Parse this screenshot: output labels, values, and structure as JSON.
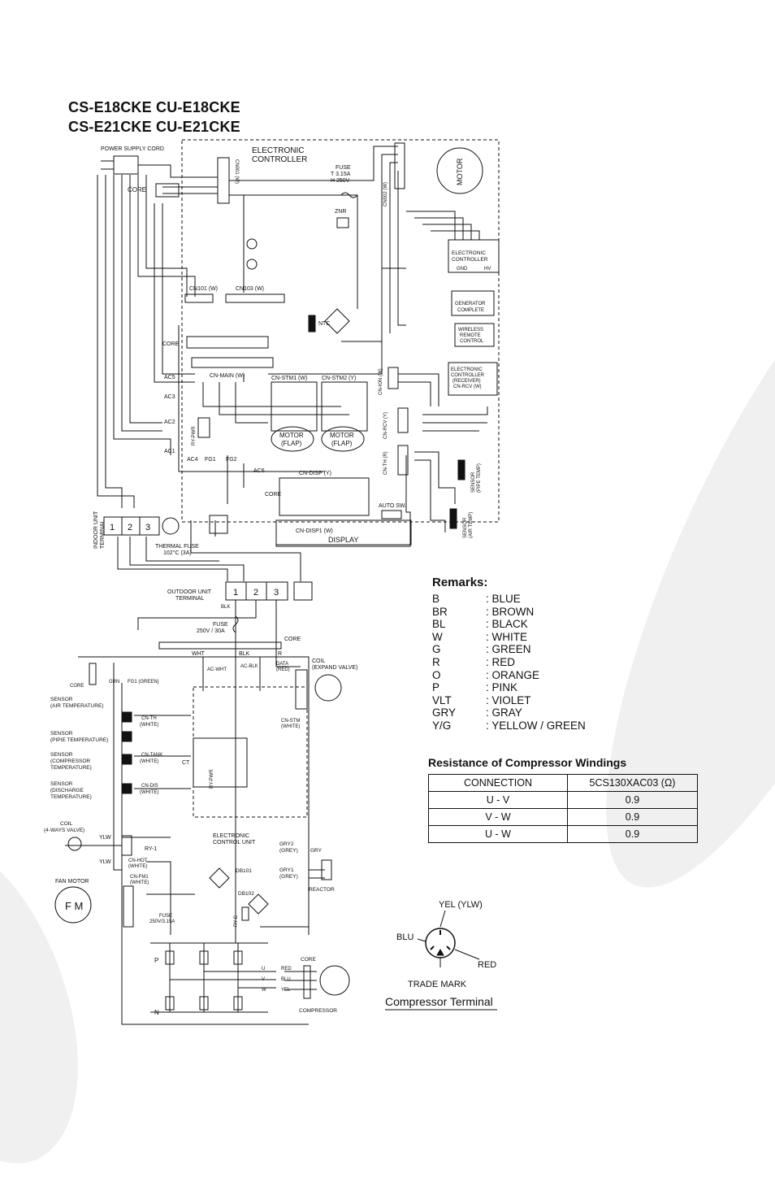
{
  "titles": [
    "CS-E18CKE  CU-E18CKE",
    "CS-E21CKE  CU-E21CKE"
  ],
  "labels": {
    "power_cord": "POWER SUPPLY CORD",
    "core": "CORE",
    "electronic_controller": "ELECTRONIC\nCONTROLLER",
    "fuse_main": "FUSE\nT 3.15A\nH 250V",
    "motor": "MOTOR",
    "znr": "ZNR",
    "ntc": "NTC",
    "cn001": "CN001 (W)",
    "cn002": "CN002 (W)",
    "cn101": "CN101 (W)",
    "cn103": "CN103 (W)",
    "cn_main": "CN-MAIN (W)",
    "cn_stm1": "CN-STM1 (W)",
    "cn_stm2": "CN-STM2 (Y)",
    "motor_flap": "MOTOR\n(FLAP)",
    "cn_disp": "CN-DISP (Y)",
    "cn_disp1": "CN-DISP1 (W)",
    "display": "DISPLAY",
    "auto_sw": "AUTO SW.",
    "ec_gnd_hv": "ELECTRONIC\nCONTROLLER",
    "gnd": "GND",
    "hv": "HV",
    "generator": "GENERATOR\nCOMPLETE",
    "wireless": "WIRELESS\nREMOTE\nCONTROL",
    "ec_receiver": "ELECTRONIC\nCONTROLLER\n(RECEIVER)\nCN-RCV (W)",
    "cn_ion": "CN-ION (W)",
    "cn_rcv": "CN-RCV (Y)",
    "cn_th": "CN-TH (R)",
    "sensor_pipe": "SENSOR\n(PIPE TEMP)",
    "sensor_air": "SENSOR\n(AIR TEMP)",
    "indoor_terminal": "INDOOR UNIT\nTERMINAL",
    "thermal_fuse": "THERMAL FUSE\n102°C (3A)",
    "ry_pwr": "RY-PWR",
    "outdoor_terminal": "OUTDOOR UNIT\nTERMINAL",
    "fuse_out": "FUSE\n250V / 30A",
    "coil_expand": "COIL\n(EXPAND VALVE)",
    "data_red": "DATA\n(RED)",
    "ac_wht": "AC-WHT",
    "ac_blk": "AC-BLK",
    "grn": "GRN",
    "fg1": "FG1 (GREEN)",
    "sensor_air_out": "SENSOR\n(AIR TEMPERATURE)",
    "sensor_pipe_out": "SENSOR\n(PIPIE TEMPERATURE)",
    "sensor_comp": "SENSOR\n(COMPRESSOR\nTEMPERATURE)",
    "sensor_dis": "SENSOR\n(DISCHARGE\nTEMPERATURE)",
    "cn_th_w": "CN-TH\n(WHITE)",
    "cn_tank": "CN-TANK\n(WHITE)",
    "cn_dis": "CN-DIS\n(WHITE)",
    "cn_stm_w": "CN-STM\n(WHITE)",
    "ct": "CT",
    "coil_4way": "COIL\n(4-WAYS VALVE)",
    "ylw": "YLW",
    "ry1": "RY-1",
    "ecu": "ELECTRONIC\nCONTROL UNIT",
    "cn_hot": "CN-HOT\n(WHITE)",
    "fan_motor": "FAN MOTOR",
    "cn_fm1": "CN-FM1\n(WHITE)",
    "fm": "F M",
    "db101": "DB101",
    "db102": "DB102",
    "gry2": "GRY2\n(GREY)",
    "gry1": "GRY1\n(GREY)",
    "gry": "GRY",
    "reactor": "REACTOR",
    "fuse_small": "FUSE\n250V/3.15A",
    "ry_c": "RY-C",
    "compressor": "COMPRESSOR",
    "p": "P",
    "n": "N",
    "wht": "WHT",
    "blk": "BLK",
    "r": "R"
  },
  "remarks": {
    "heading": "Remarks:",
    "items": [
      {
        "code": "B",
        "desc": ": BLUE"
      },
      {
        "code": "BR",
        "desc": ": BROWN"
      },
      {
        "code": "BL",
        "desc": ": BLACK"
      },
      {
        "code": "W",
        "desc": ": WHITE"
      },
      {
        "code": "G",
        "desc": ": GREEN"
      },
      {
        "code": "R",
        "desc": ": RED"
      },
      {
        "code": "O",
        "desc": ": ORANGE"
      },
      {
        "code": "P",
        "desc": ": PINK"
      },
      {
        "code": "VLT",
        "desc": ": VIOLET"
      },
      {
        "code": "GRY",
        "desc": ": GRAY"
      },
      {
        "code": "Y/G",
        "desc": ": YELLOW / GREEN"
      }
    ]
  },
  "resistance": {
    "heading": "Resistance of Compressor Windings",
    "columns": [
      "CONNECTION",
      "5CS130XAC03 (Ω)"
    ],
    "rows": [
      [
        "U - V",
        "0.9"
      ],
      [
        "V - W",
        "0.9"
      ],
      [
        "U - W",
        "0.9"
      ]
    ]
  },
  "compressor_terminal": {
    "caption": "Compressor Terminal",
    "yel": "YEL (YLW)",
    "blu": "BLU",
    "red": "RED",
    "trade_mark": "TRADE MARK"
  }
}
